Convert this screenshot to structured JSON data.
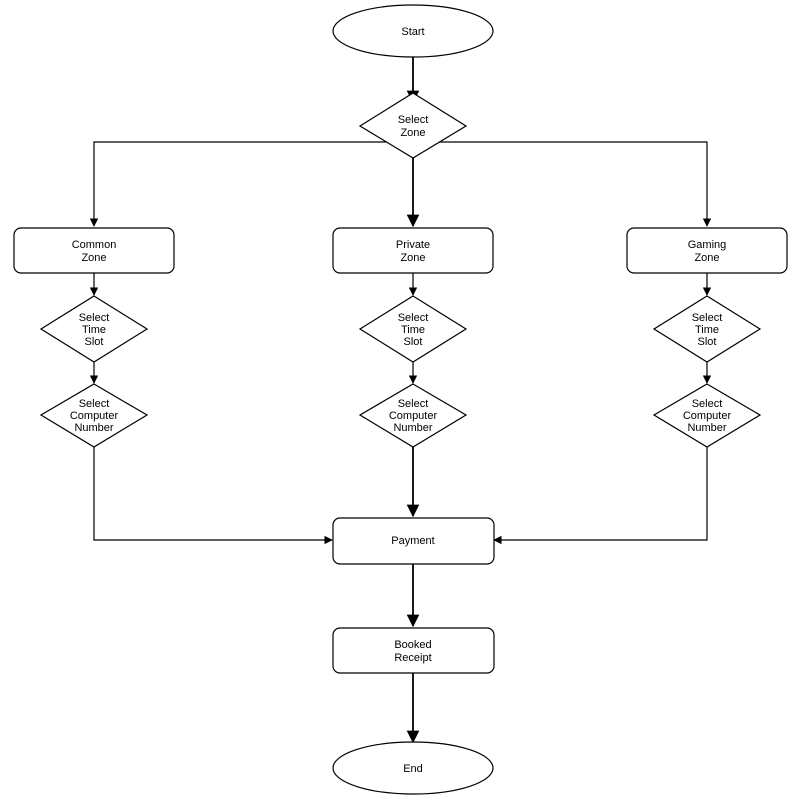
{
  "nodes": {
    "start": {
      "lines": [
        "Start"
      ]
    },
    "select_zone": {
      "lines": [
        "Select",
        "Zone"
      ]
    },
    "common_zone": {
      "lines": [
        "Common",
        "Zone"
      ]
    },
    "private_zone": {
      "lines": [
        "Private",
        "Zone"
      ]
    },
    "gaming_zone": {
      "lines": [
        "Gaming",
        "Zone"
      ]
    },
    "time_slot_common": {
      "lines": [
        "Select",
        "Time",
        "Slot"
      ]
    },
    "time_slot_private": {
      "lines": [
        "Select",
        "Time",
        "Slot"
      ]
    },
    "time_slot_gaming": {
      "lines": [
        "Select",
        "Time",
        "Slot"
      ]
    },
    "computer_common": {
      "lines": [
        "Select",
        "Computer",
        "Number"
      ]
    },
    "computer_private": {
      "lines": [
        "Select",
        "Computer",
        "Number"
      ]
    },
    "computer_gaming": {
      "lines": [
        "Select",
        "Computer",
        "Number"
      ]
    },
    "payment": {
      "lines": [
        "Payment"
      ]
    },
    "booked_receipt": {
      "lines": [
        "Booked",
        "Receipt"
      ]
    },
    "end": {
      "lines": [
        "End"
      ]
    }
  },
  "edges": [
    {
      "from": "start",
      "to": "select_zone"
    },
    {
      "from": "select_zone",
      "to": "common_zone"
    },
    {
      "from": "select_zone",
      "to": "private_zone"
    },
    {
      "from": "select_zone",
      "to": "gaming_zone"
    },
    {
      "from": "common_zone",
      "to": "time_slot_common"
    },
    {
      "from": "private_zone",
      "to": "time_slot_private"
    },
    {
      "from": "gaming_zone",
      "to": "time_slot_gaming"
    },
    {
      "from": "time_slot_common",
      "to": "computer_common"
    },
    {
      "from": "time_slot_private",
      "to": "computer_private"
    },
    {
      "from": "time_slot_gaming",
      "to": "computer_gaming"
    },
    {
      "from": "computer_common",
      "to": "payment"
    },
    {
      "from": "computer_private",
      "to": "payment"
    },
    {
      "from": "computer_gaming",
      "to": "payment"
    },
    {
      "from": "payment",
      "to": "booked_receipt"
    },
    {
      "from": "booked_receipt",
      "to": "end"
    }
  ],
  "colors": {
    "stroke": "#000000",
    "fill": "#ffffff",
    "text": "#000000"
  }
}
